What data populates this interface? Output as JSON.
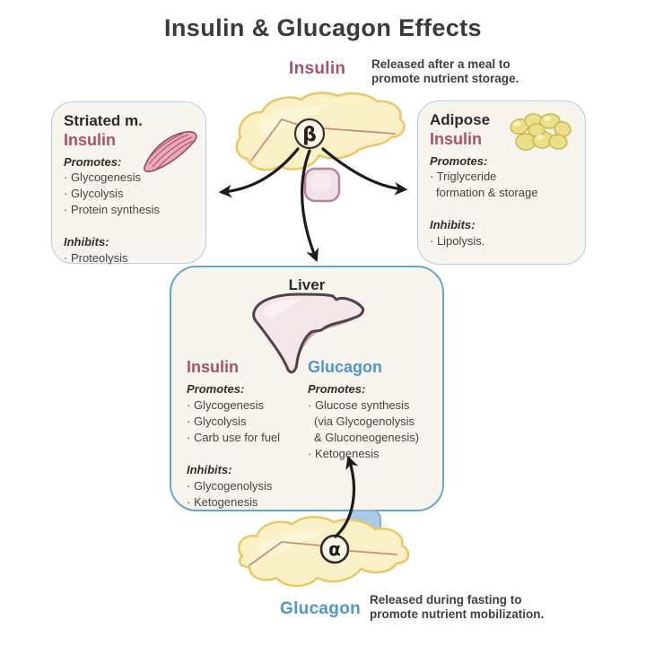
{
  "title": "Insulin & Glucagon Effects",
  "colors": {
    "insulin": "#ab5268",
    "glucagon": "#4e97cc",
    "box_background": "#f8f4ee",
    "box_border": "#b5cfdd",
    "liver_box_border": "#66a7cd",
    "arrow": "#1c1c1c",
    "pancreas_fill": "#fbf1c6",
    "pancreas_stroke": "#e9c765",
    "fat_cell_fill": "#ebe089",
    "muscle_fill": "#e9a9ba",
    "liver_fill": "#f3e7ea"
  },
  "top_hormone": {
    "label": "Insulin",
    "description_lines": [
      "Released after a meal to",
      "promote nutrient storage."
    ]
  },
  "bottom_hormone": {
    "label": "Glucagon",
    "description_lines": [
      "Released during fasting to",
      "promote nutrient mobilization."
    ]
  },
  "striated_box": {
    "title": "Striated m.",
    "hormone": "Insulin",
    "promotes_label": "Promotes:",
    "promotes_lines": [
      "· Glycogenesis",
      "· Glycolysis",
      "· Protein synthesis"
    ],
    "inhibits_label": "Inhibits:",
    "inhibits_lines": [
      "· Proteolysis"
    ],
    "icon": "muscle-icon"
  },
  "adipose_box": {
    "title": "Adipose",
    "hormone": "Insulin",
    "promotes_label": "Promotes:",
    "promotes_lines": [
      "· Triglyceride",
      "formation & storage"
    ],
    "inhibits_label": "Inhibits:",
    "inhibits_lines": [
      "· Lipolysis."
    ],
    "icon": "fat-cells-icon"
  },
  "liver_box": {
    "title": "Liver",
    "icon": "liver-icon",
    "insulin_column": {
      "hormone": "Insulin",
      "promotes_label": "Promotes:",
      "promotes_lines": [
        "· Glycogenesis",
        "· Glycolysis",
        "· Carb use for fuel"
      ],
      "inhibits_label": "Inhibits:",
      "inhibits_lines": [
        "· Glycogenolysis",
        "· Ketogenesis"
      ]
    },
    "glucagon_column": {
      "hormone": "Glucagon",
      "promotes_label": "Promotes:",
      "promotes_lines": [
        "· Glucose synthesis",
        "(via Glycogenolysis",
        "& Gluconeogenesis)",
        "· Ketogenesis"
      ]
    }
  },
  "pancreas_top": {
    "icon": "pancreas-icon",
    "cell_label": "β"
  },
  "pancreas_bottom": {
    "icon": "pancreas-icon",
    "cell_label": "α"
  }
}
